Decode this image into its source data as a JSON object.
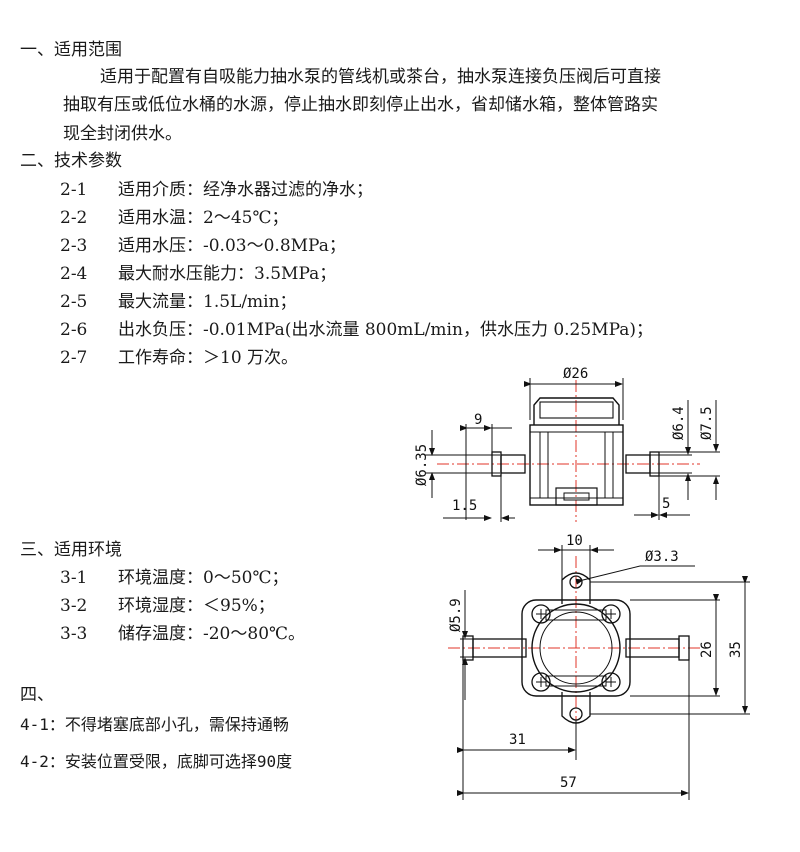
{
  "s1": {
    "title": "一、适用范围",
    "lines": [
      "适用于配置有自吸能力抽水泵的管线机或茶台，抽水泵连接负压阀后可直接",
      "抽取有压或低位水桶的水源，停止抽水即刻停止出水，省却储水箱，整体管路实",
      "现全封闭供水。"
    ]
  },
  "s2": {
    "title": "二、技术参数",
    "items": [
      {
        "code": "2-1",
        "text": "适用介质：经净水器过滤的净水；"
      },
      {
        "code": "2-2",
        "text": "适用水温：2～45℃；"
      },
      {
        "code": "2-3",
        "text": "适用水压：-0.03～0.8MPa；"
      },
      {
        "code": "2-4",
        "text": "最大耐水压能力：3.5MPa；"
      },
      {
        "code": "2-5",
        "text": "最大流量：1.5L/min；"
      },
      {
        "code": "2-6",
        "text": "出水负压：-0.01MPa(出水流量 800mL/min，供水压力 0.25MPa)；"
      },
      {
        "code": "2-7",
        "text": "工作寿命：＞10 万次。"
      }
    ]
  },
  "s3": {
    "title": "三、适用环境",
    "items": [
      {
        "code": "3-1",
        "text": "环境温度：0～50℃；"
      },
      {
        "code": "3-2",
        "text": "环境湿度：＜95%；"
      },
      {
        "code": "3-3",
        "text": "储存温度：-20～80℃。"
      }
    ]
  },
  "s4": {
    "title": "四、",
    "lines": [
      "4-1：不得堵塞底部小孔，需保持通畅",
      "4-2：安装位置受限，底脚可选择90度"
    ]
  },
  "drawing_top": {
    "dims": {
      "d26": "Ø26",
      "d9": "9",
      "d635": "Ø6.35",
      "d15": "1.5",
      "d64": "Ø6.4",
      "d75": "Ø7.5",
      "d5": "5"
    }
  },
  "drawing_bottom": {
    "dims": {
      "d10": "10",
      "d33": "Ø3.3",
      "d59": "Ø5.9",
      "d26": "26",
      "d35": "35",
      "d31": "31",
      "d57": "57"
    }
  }
}
